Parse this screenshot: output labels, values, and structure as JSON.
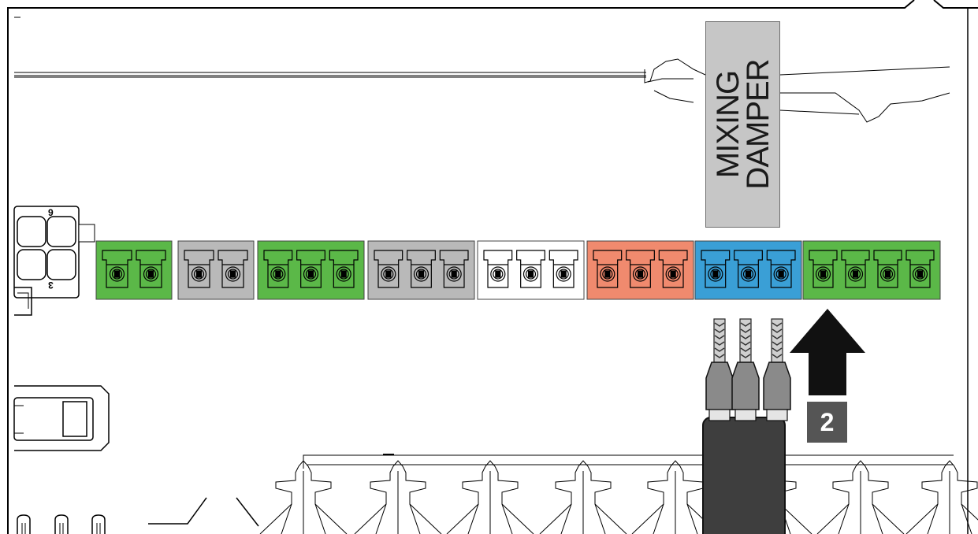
{
  "damper_label": {
    "line1": "MIXING",
    "line2": "DAMPER"
  },
  "step_number": "2",
  "connector_markings": {
    "top": "9",
    "bottom": "3"
  },
  "terminal_blocks": [
    {
      "color": "#5bb848",
      "name": "green-2"
    },
    {
      "color": "#b9b9b9",
      "name": "gray-2"
    },
    {
      "color": "#5bb848",
      "name": "green-3"
    },
    {
      "color": "#b9b9b9",
      "name": "gray-3"
    },
    {
      "color": "#ffffff",
      "name": "white-3"
    },
    {
      "color": "#f08a6e",
      "name": "orange-3"
    },
    {
      "color": "#3a9fd6",
      "name": "blue-3"
    },
    {
      "color": "#5bb848",
      "name": "green-4"
    }
  ],
  "colors": {
    "arrow": "#111111",
    "cable": "#3e3e3e",
    "ferrule": "#8a8a8a",
    "badge": "#555555"
  }
}
